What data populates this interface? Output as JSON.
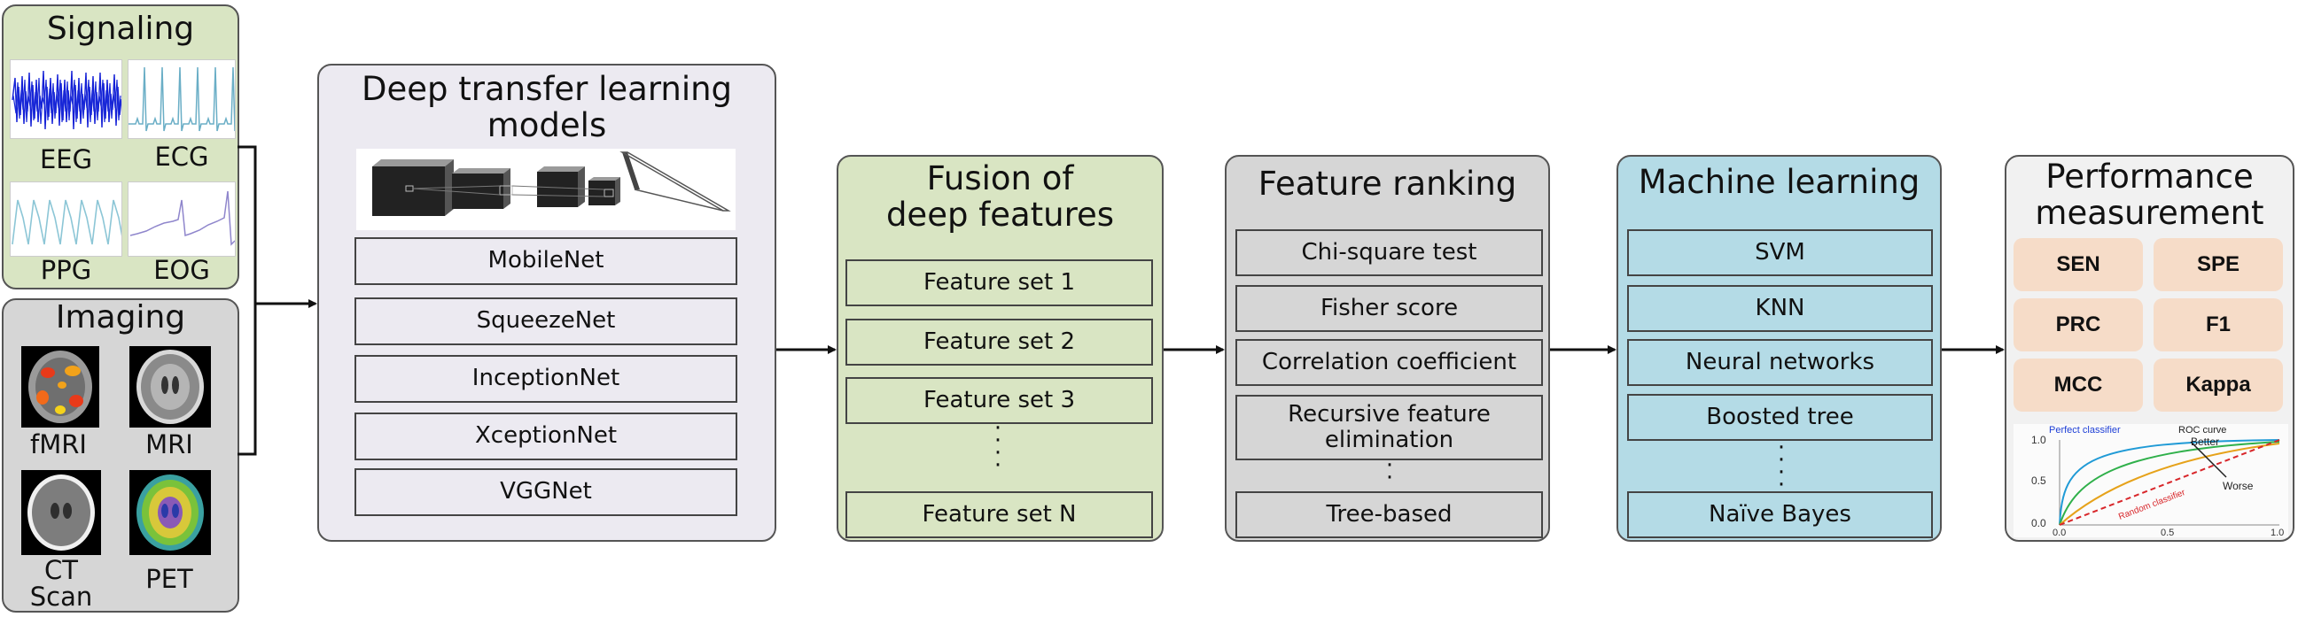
{
  "signaling": {
    "title": "Signaling",
    "signals": [
      "EEG",
      "ECG",
      "PPG",
      "EOG"
    ]
  },
  "imaging": {
    "title": "Imaging",
    "modalities": [
      "fMRI",
      "MRI",
      "CT\nScan",
      "PET"
    ]
  },
  "transfer": {
    "title": "Deep transfer learning models",
    "models": [
      "MobileNet",
      "SqueezeNet",
      "InceptionNet",
      "XceptionNet",
      "VGGNet"
    ]
  },
  "fusion": {
    "title": "Fusion of deep features",
    "sets": [
      "Feature set 1",
      "Feature set 2",
      "Feature set 3",
      "Feature set N"
    ]
  },
  "ranking": {
    "title": "Feature ranking",
    "methods": [
      "Chi-square test",
      "Fisher score",
      "Correlation coefficient",
      "Recursive feature elimination",
      "Tree-based"
    ]
  },
  "ml": {
    "title": "Machine learning",
    "models": [
      "SVM",
      "KNN",
      "Neural networks",
      "Boosted tree",
      "Naïve Bayes"
    ]
  },
  "performance": {
    "title": "Performance measurement",
    "metrics": [
      "SEN",
      "SPE",
      "PRC",
      "F1",
      "MCC",
      "Kappa"
    ],
    "roc": {
      "title": "ROC curve",
      "perfect": "Perfect classifier",
      "better": "Better",
      "worse": "Worse",
      "random": "Random classifier",
      "yticks": [
        "1.0",
        "0.5",
        "0.0"
      ],
      "xticks": [
        "0.0",
        "0.5",
        "1.0"
      ]
    }
  },
  "colors": {
    "signaling_bg": "#d9e5c3",
    "imaging_bg": "#d6d6d6",
    "transfer_bg": "#eceaf1",
    "fusion_bg": "#d9e5c3",
    "ranking_bg": "#d6d6d6",
    "ml_bg": "#b4dbe6",
    "metric_bg": "#f6dcc8"
  }
}
